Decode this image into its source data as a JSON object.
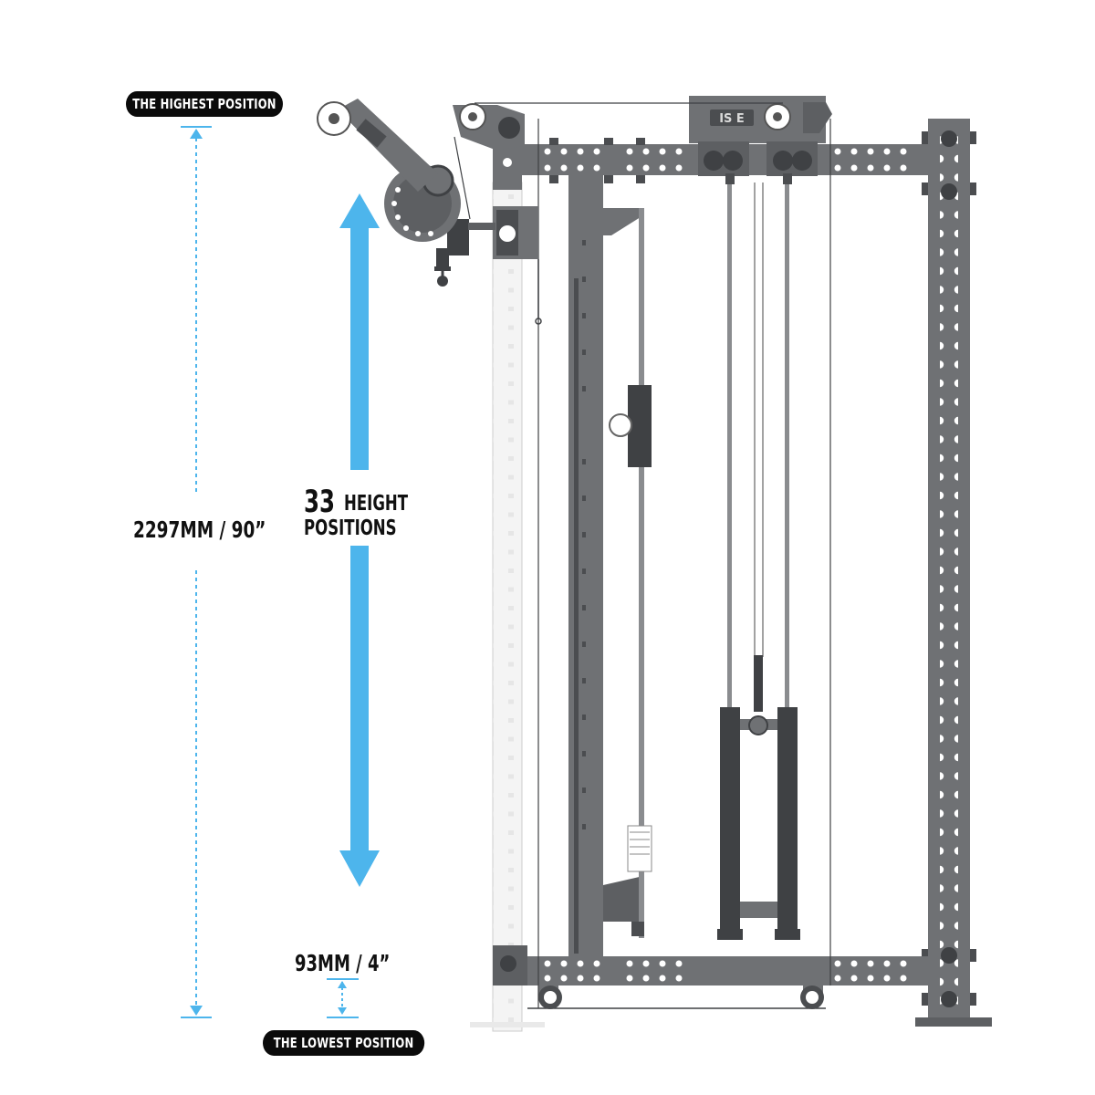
{
  "labels": {
    "highest": "THE HIGHEST POSITION",
    "lowest": "THE LOWEST POSITION",
    "total_height": "2297MM / 90”",
    "count_number": "33",
    "count_word": "HEIGHT",
    "count_word2": "POSITIONS",
    "min_height": "93MM / 4”",
    "logo": "IS E"
  },
  "colors": {
    "accent": "#4db5ec",
    "frame": "#6f7174",
    "frame_dark": "#4b4d50",
    "pill": "#0b0b0b"
  }
}
